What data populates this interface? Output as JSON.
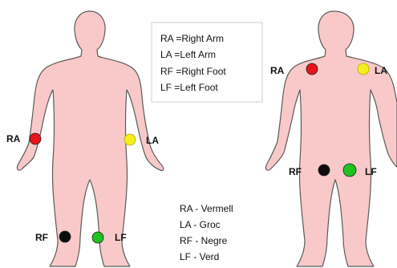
{
  "colors": {
    "skin": "#f9c9c9",
    "outline": "#5a5a5a",
    "RA": "#e8141b",
    "LA": "#f4ee20",
    "RF": "#0d0d0d",
    "LF": "#1fc21f"
  },
  "figure_left": {
    "electrode_labels": {
      "RA": "RA",
      "LA": "LA",
      "RF": "RF",
      "LF": "LF"
    }
  },
  "figure_right": {
    "electrode_labels": {
      "RA": "RA",
      "LA": "LA",
      "RF": "RF",
      "LF": "LF"
    }
  },
  "legend_box": {
    "lines": [
      "RA =Right Arm",
      "LA =Left Arm",
      "RF =Right Foot",
      "LF =Left Foot"
    ]
  },
  "color_legend": {
    "lines": [
      "RA - Vermell",
      "LA - Groc",
      "RF - Negre",
      "LF - Verd"
    ]
  }
}
